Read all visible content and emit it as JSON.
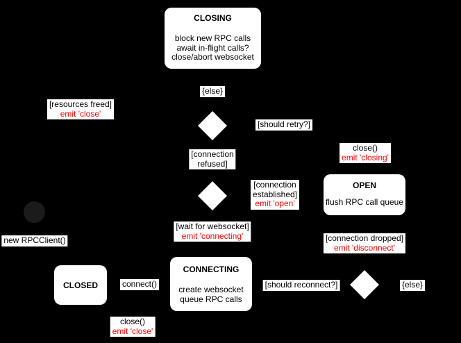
{
  "states": {
    "closing": {
      "title": "CLOSING",
      "body": [
        "block new RPC calls",
        "await in-flight calls?",
        "close/abort websocket"
      ]
    },
    "open": {
      "title": "OPEN",
      "body": [
        "flush RPC call queue"
      ]
    },
    "closed": {
      "title": "CLOSED"
    },
    "connecting": {
      "title": "CONNECTING",
      "body": [
        "create websocket",
        "queue RPC calls"
      ]
    }
  },
  "labels": {
    "else_top": {
      "text": "{else}"
    },
    "resources_freed": {
      "line1": "[resources freed]",
      "line2": "emit 'close'"
    },
    "should_retry": {
      "text": "[should retry?]"
    },
    "connection_refused": {
      "line1": "[connection",
      "line2": "refused]"
    },
    "close_closing": {
      "line1": "close()",
      "line2": "emit 'closing'"
    },
    "connection_established": {
      "line1": "[connection",
      "line2": "established]",
      "line3": "emit 'open'"
    },
    "wait_websocket": {
      "line1": "[wait for websocket]",
      "line2": "emit 'connecting'"
    },
    "new_rpcclient": {
      "text": "new RPCClient()"
    },
    "connect": {
      "text": "connect()"
    },
    "should_reconnect": {
      "text": "[should reconnect?]"
    },
    "else_right": {
      "text": "{else}"
    },
    "connection_dropped": {
      "line1": "[connection dropped]",
      "line2": "emit 'disconnect'"
    },
    "close_close": {
      "line1": "close()",
      "line2": "emit 'close'"
    }
  },
  "colors": {
    "background": "#000000",
    "node_fill": "#ffffff",
    "node_text": "#000000",
    "label_bg": "#ffffff",
    "emit_text": "#ff0000",
    "initial_fill": "#1b1b1b"
  }
}
